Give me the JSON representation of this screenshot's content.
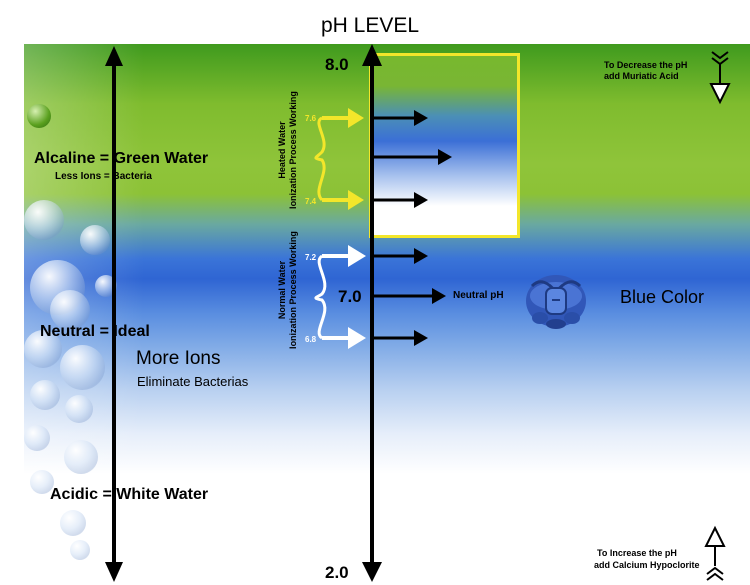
{
  "title": "pH LEVEL",
  "scale": {
    "top": "8.0",
    "bottom": "2.0",
    "middle": "7.0"
  },
  "left_labels": {
    "alcaline": "Alcaline = Green Water",
    "alcaline_sub": "Less Ions = Bacteria",
    "neutral": "Neutral = Ideal",
    "more_ions": "More Ions",
    "more_ions_sub": "Eliminate Bacterias",
    "acidic": "Acidic = White Water"
  },
  "heated": {
    "high": "7.6",
    "low": "7.4",
    "label_line1": "Heated Water",
    "label_line2": "Ionization Process Working"
  },
  "normal": {
    "high": "7.2",
    "low": "6.8",
    "label_line1": "Normal Water",
    "label_line2": "Ionization Process Working"
  },
  "neutral_ph": "Neutral pH",
  "blue_color": "Blue Color",
  "decrease": {
    "line1": "To Decrease the pH",
    "line2": "add Muriatic Acid"
  },
  "increase": {
    "line1": "To Increase the pH",
    "line2": "add Calcium Hypoclorite"
  },
  "colors": {
    "heated_accent": "#f3e62a",
    "normal_accent": "#ffffff",
    "arrow": "#000000"
  },
  "icons": {
    "ionizer": "ionizer-device-icon"
  }
}
